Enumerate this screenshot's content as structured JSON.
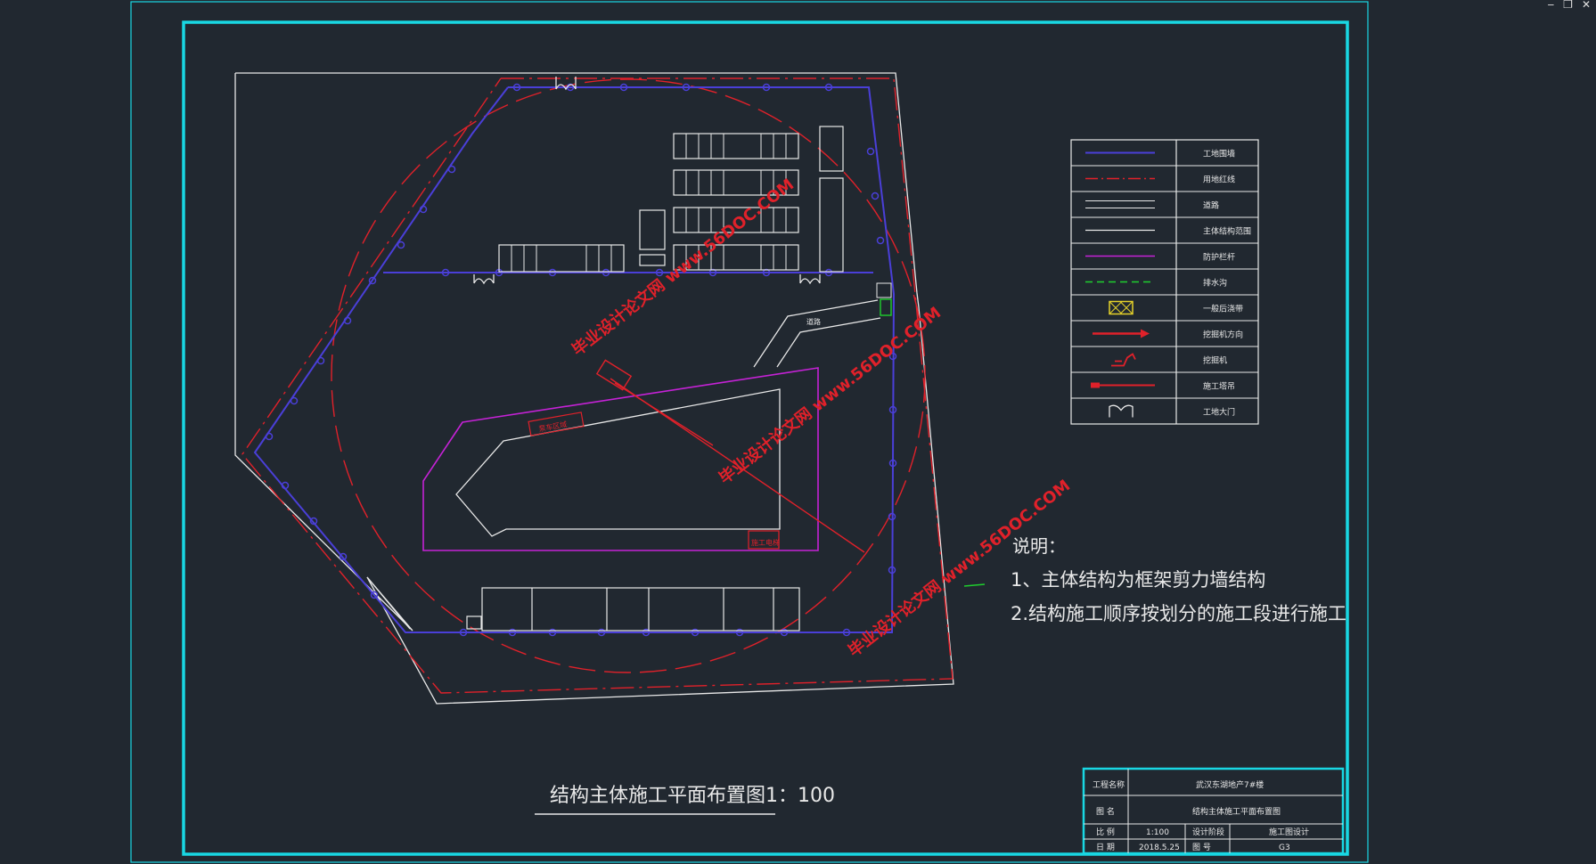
{
  "window": {
    "minimize_glyph": "‒",
    "restore_glyph": "❐",
    "close_glyph": "✕"
  },
  "drawing": {
    "title": "结构主体施工平面布置图1：100",
    "notes": {
      "heading": "说明：",
      "items": [
        "1、主体结构为框架剪力墙结构",
        "2.结构施工顺序按划分的施工段进行施工"
      ]
    },
    "site_labels": {
      "road": "道路",
      "pump_area": "泵车区域",
      "rebar_area": "施工电梯"
    },
    "watermark": "毕业设计论文网 www.56DOC.COM"
  },
  "legend": {
    "items": [
      {
        "icon": "blue-line-icon",
        "label": "工地围墙"
      },
      {
        "icon": "red-dashdot-line-icon",
        "label": "用地红线"
      },
      {
        "icon": "white-double-line-icon",
        "label": "道路"
      },
      {
        "icon": "white-single-line-icon",
        "label": "主体结构范围"
      },
      {
        "icon": "magenta-line-icon",
        "label": "防护栏杆"
      },
      {
        "icon": "green-dashed-line-icon",
        "label": "排水沟"
      },
      {
        "icon": "yellow-hatch-icon",
        "label": "一般后浇带"
      },
      {
        "icon": "red-arrow-icon",
        "label": "挖掘机方向"
      },
      {
        "icon": "excavator-icon",
        "label": "挖掘机"
      },
      {
        "icon": "crane-icon",
        "label": "施工塔吊"
      },
      {
        "icon": "gate-icon",
        "label": "工地大门"
      }
    ]
  },
  "title_block": {
    "project_label": "工程名称",
    "project_value": "武汉东湖地产7#楼",
    "drawing_label": "图 名",
    "drawing_value": "结构主体施工平面布置图",
    "scale_label": "比 例",
    "scale_value": "1:100",
    "stage_label": "设计阶段",
    "stage_value": "施工图设计",
    "date_label": "日 期",
    "date_value": "2018.5.25",
    "number_label": "图 号",
    "number_value": "G3"
  },
  "colors": {
    "background": "#212830",
    "frame": "#19d7e3",
    "white": "#e8e8e8",
    "red": "#e0212a",
    "blue": "#4a3fd8",
    "magenta": "#c522d6",
    "green": "#1fcf2e",
    "yellow": "#e6d22a"
  }
}
